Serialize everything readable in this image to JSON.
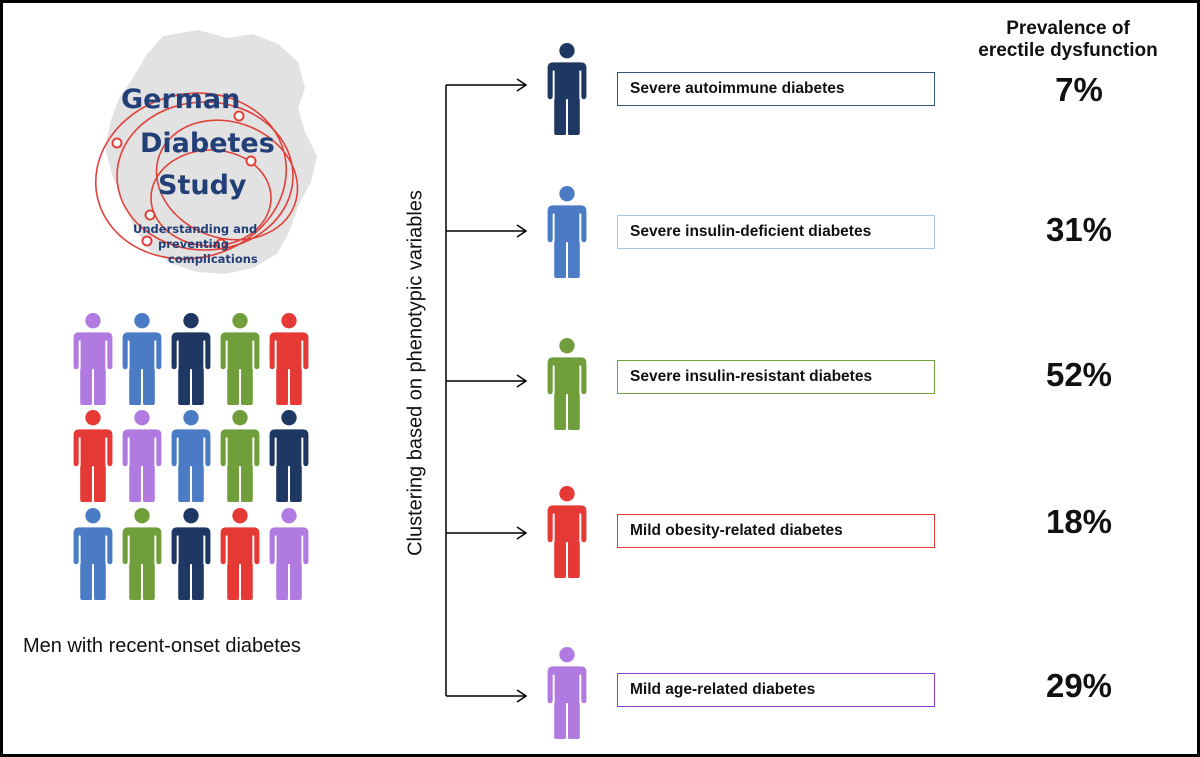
{
  "logo": {
    "line1": "German",
    "line2": "Diabetes",
    "line3": "Study",
    "tagline1": "Understanding and",
    "tagline2": "preventing",
    "tagline3": "complications",
    "map_color": "#e2e2e2",
    "ring_color": "#e0413b",
    "text_color": "#233f78"
  },
  "crowd": {
    "caption": "Men with recent-onset diabetes",
    "rows": [
      [
        "purple",
        "blue",
        "navy",
        "green",
        "red"
      ],
      [
        "red",
        "purple",
        "blue",
        "green",
        "navy"
      ],
      [
        "blue",
        "green",
        "navy",
        "red",
        "purple"
      ]
    ]
  },
  "palette": {
    "navy": "#1f3763",
    "blue": "#4a7bc4",
    "green": "#6f9e3a",
    "red": "#e53935",
    "purple": "#b07ae0"
  },
  "axis_label": "Clustering based on phenotypic variables",
  "prevalence_header": {
    "line1": "Prevalence of",
    "line2": "erectile dysfunction"
  },
  "clusters": [
    {
      "label": "Severe autoimmune diabetes",
      "prevalence": "7%",
      "color": "navy",
      "border": "#35577a"
    },
    {
      "label": "Severe insulin-deficient diabetes",
      "prevalence": "31%",
      "color": "blue",
      "border": "#a6c6e2"
    },
    {
      "label": "Severe insulin-resistant diabetes",
      "prevalence": "52%",
      "color": "green",
      "border": "#6f9e3a"
    },
    {
      "label": "Mild obesity-related diabetes",
      "prevalence": "18%",
      "color": "red",
      "border": "#e53935"
    },
    {
      "label": "Mild age-related diabetes",
      "prevalence": "29%",
      "color": "purple",
      "border": "#8a3fd0"
    }
  ]
}
